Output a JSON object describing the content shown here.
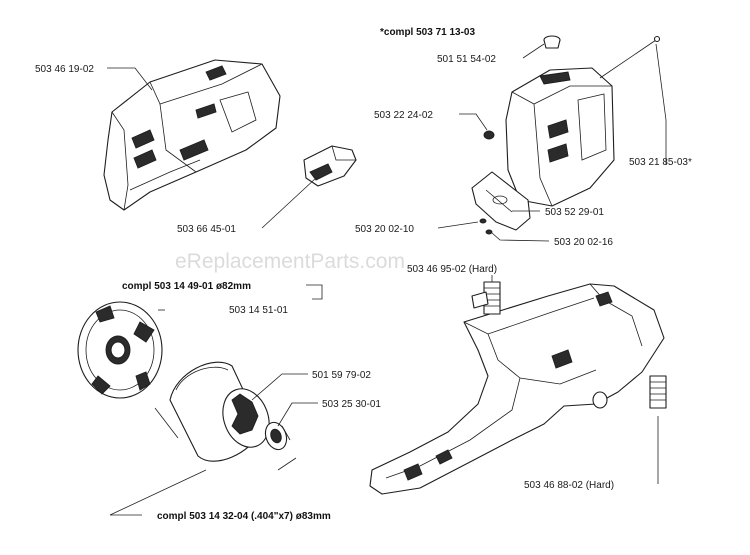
{
  "watermark": "eReplacementParts.com",
  "labels": {
    "l_503461902": "503 46 19-02",
    "l_503664501": "503 66 45-01",
    "l_compl_top": "*compl 503 71 13-03",
    "l_501515402": "501 51 54-02",
    "l_503222402": "503 22 24-02",
    "l_503218503": "503 21 85-03*",
    "l_503522901": "503 52 29-01",
    "l_503200210": "503 20 02-10",
    "l_503200216": "503 20 02-16",
    "l_503469502": "503 46 95-02 (Hard)",
    "l_compl_clutch": "compl 503 14 49-01 ø82mm",
    "l_503145101": "503 14 51-01",
    "l_501597902": "501 59 79-02",
    "l_503253001": "503 25 30-01",
    "l_503468802": "503 46 88-02 (Hard)",
    "l_compl_drum": "compl 503 14 32-04 (.404\"x7) ø83mm"
  }
}
